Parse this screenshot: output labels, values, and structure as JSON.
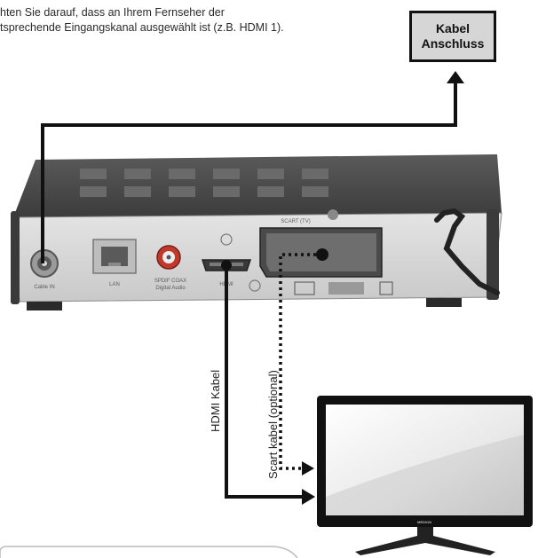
{
  "intro": {
    "text": "hten Sie darauf, dass an Ihrem Fernseher der\ntsprechende Eingangskanal ausgewählt ist (z.B. HDMI 1)."
  },
  "cable_box": {
    "line1": "Kabel",
    "line2": "Anschluss"
  },
  "receiver": {
    "ports": {
      "cable_in": "Cable IN",
      "lan": "LAN",
      "spdif_line1": "SPDIF COAX",
      "spdif_line2": "Digital Audio",
      "hdmi": "HDMI",
      "scart": "SCART (TV)"
    }
  },
  "labels": {
    "hdmi_cable": "HDMI Kabel",
    "scart_cable": "Scart kabel (optional)"
  },
  "tv": {
    "brand": "MEDION"
  },
  "colors": {
    "line": "#111111",
    "box_fill": "#d6d6d6",
    "receiver_body": "#4a4a4a",
    "tv_frame": "#111111"
  }
}
